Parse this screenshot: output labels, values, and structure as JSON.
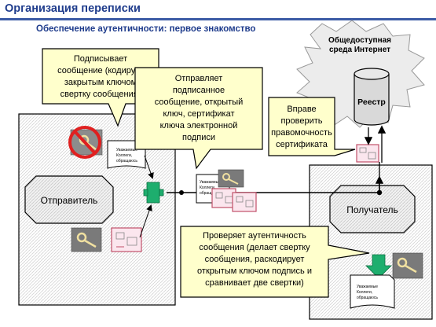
{
  "header": {
    "title": "Организация переписки",
    "subtitle": "Обеспечение аутентичности: первое знакомство"
  },
  "internet_cloud": {
    "label_line1": "Общедоступная",
    "label_line2": "среда Интернет"
  },
  "registry": {
    "label": "Реестр"
  },
  "sender": {
    "label": "Отправитель"
  },
  "receiver": {
    "label": "Получатель"
  },
  "callouts": {
    "sign": [
      "Подписывает",
      "сообщение (кодирует",
      "закрытым ключом",
      "свертку сообщения)"
    ],
    "send": [
      "Отправляет",
      "подписанное",
      "сообщение, открытый",
      "ключ, сертификат",
      "ключа  электронной",
      "подписи"
    ],
    "check": [
      "Вправе",
      "проверить",
      "правомочность",
      "сертификата"
    ],
    "verify": [
      "Проверяет аутентичность",
      "сообщения (делает свертку",
      "сообщения, раскодирует",
      "открытым ключом подпись и",
      "сравнивает две свертки)"
    ]
  },
  "document_text": [
    "Уважаемые",
    "Коллеги,",
    "обращаюсь"
  ],
  "colors": {
    "title": "#1f3c8c",
    "callout_fill": "#ffffcc",
    "arrow_green": "#1eae6e",
    "registry_fill": "#d9d9d9",
    "nogo_red": "#e02020"
  }
}
